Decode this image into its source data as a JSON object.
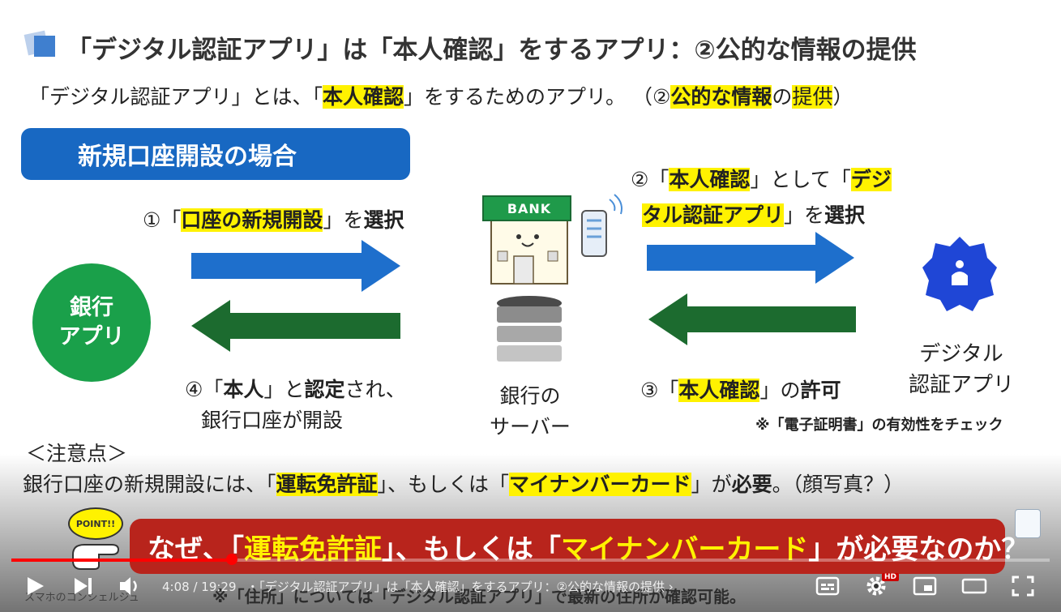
{
  "slide": {
    "title": "「デジタル認証アプリ」は「本人確認」をするアプリ：②公的な情報の提供",
    "subtitle": {
      "p1": "「デジタル認証アプリ」とは、「",
      "h1": "本人確認",
      "p2": "」をするためのアプリ。 （②",
      "h2": "公的な情報",
      "p3": "の",
      "h3": "提供",
      "p4": "）"
    },
    "case_label": "新規口座開設の場合",
    "bank_app": {
      "line1": "銀行",
      "line2": "アプリ"
    },
    "step1": {
      "a": "①「",
      "h": "口座の新規開設",
      "b": "」を",
      "c": "選択"
    },
    "step2": {
      "a": "②「",
      "h1": "本人確認",
      "b": "」として「",
      "h2a": "デジ",
      "h2b": "タル認証アプリ",
      "c": "」を",
      "d": "選択"
    },
    "step3": {
      "a": "③「",
      "h": "本人確認",
      "b": "」の",
      "c": "許可"
    },
    "step4": {
      "a": "④「",
      "h": "本人",
      "b": "」と",
      "c": "認定",
      "d": "され、",
      "line2": "銀行口座が開設"
    },
    "bank_sign": "BANK",
    "server": {
      "line1": "銀行の",
      "line2": "サーバー"
    },
    "digital_app": {
      "line1": "デジタル",
      "line2": "認証アプリ"
    },
    "check_note": "※「電子証明書」の有効性をチェック",
    "caution_title": "＜注意点＞",
    "caution": {
      "a": "銀行口座の新規開設には、「",
      "h1": "運転免許証",
      "b": "」、もしくは「",
      "h2": "マイナンバーカード",
      "c": "」が",
      "d": "必要",
      "e": "。（顔写真？）"
    },
    "point_badge": "POINT!!",
    "banner": {
      "a": "なぜ、「",
      "h1": "運転免許証",
      "b": "」、もしくは「",
      "h2": "マイナンバーカード",
      "c": "」が必要なのか？"
    },
    "address_note": "※「住所」については「デジタル認証アプリ」で最新の住所が確認可能。",
    "channel_watermark": "スマホのコンシェルジュ"
  },
  "player": {
    "current_time": "4:08",
    "duration": "19:29",
    "separator": " / ",
    "chapter": "・「デジタル認証アプリ」は「本人確認」をするアプリ：②公的な情報の提供 ›",
    "progress": 0.212,
    "hd_badge": "HD",
    "colors": {
      "progress": "#ff0000",
      "banner": "#b8241c",
      "highlight": "#fff200",
      "blue": "#1868c2",
      "green": "#1aa04a"
    }
  }
}
